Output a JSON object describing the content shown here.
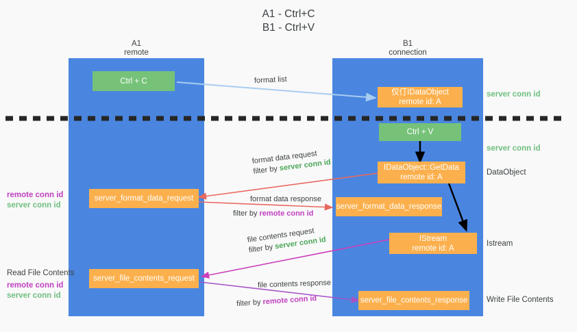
{
  "title": "A1 - Ctrl+C\nB1 - Ctrl+V",
  "columns": [
    {
      "name": "A1",
      "sub": "remote",
      "label": "A1\nremote"
    },
    {
      "name": "B1",
      "sub": "connection",
      "label": "B1\nconnection"
    }
  ],
  "nodes": {
    "ctrl_c": "Ctrl + C",
    "ctrl_v": "Ctrl + V",
    "idataobject": "仅仃IDataObject\nremote id: A",
    "getdata": "IDataObject::GetData\nremote id: A",
    "istream": "IStream\nremote id: A",
    "format_data_request": "server_format_data_request",
    "format_data_response": "server_format_data_response",
    "file_contents_request": "server_file_contents_request",
    "file_contents_response": "server_file_contents_response"
  },
  "edges": {
    "format_list": "format list",
    "format_data_request": "format data request",
    "format_data_request_filter_prefix": "filter by ",
    "format_data_request_filter_value": "server conn id",
    "format_data_response": "format data response",
    "format_data_response_filter_prefix": "filter by ",
    "format_data_response_filter_value": "remote conn id",
    "file_contents_request": "file contents request",
    "file_contents_request_filter_prefix": "filter by ",
    "file_contents_request_filter_value": "server conn id",
    "file_contents_response": "file contents response",
    "file_contents_response_filter_prefix": "filter by ",
    "file_contents_response_filter_value": "remote conn id"
  },
  "right_notes": {
    "server_conn_id_1": "server conn id",
    "server_conn_id_2": "server conn id",
    "dataobject": "DataObject",
    "istream": "Istream",
    "write_file_contents": "Write File Contents"
  },
  "left_notes": {
    "remote_conn_id_1": "remote conn id",
    "server_conn_id_1": "server conn id",
    "read_file_contents": "Read File Contents",
    "remote_conn_id_2": "remote conn id",
    "server_conn_id_2": "server conn id"
  },
  "colors": {
    "lane": "#4a86e0",
    "node_green": "#76c279",
    "node_orange": "#fbb04d",
    "arrow_lightblue": "#a8cdf0",
    "arrow_red": "#e8695f",
    "arrow_magenta": "#cc3fbb",
    "arrow_purple": "#a554c8",
    "arrow_black": "#000000",
    "conn_green": "#7ac68a",
    "conn_purple": "#c040c0",
    "background": "#f9f9f9"
  }
}
